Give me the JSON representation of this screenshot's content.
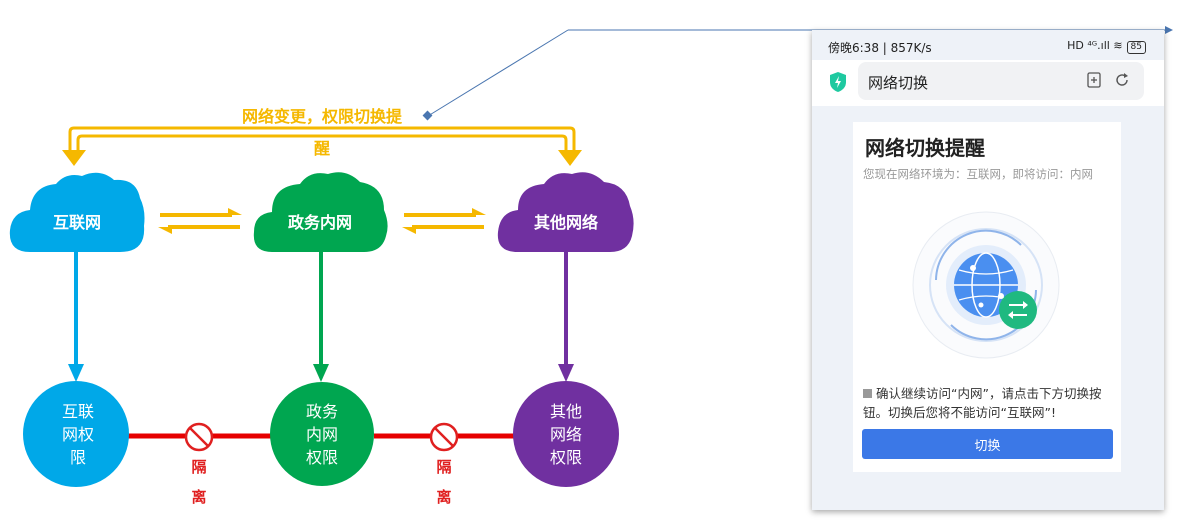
{
  "diagram": {
    "top_label_line1": "网络变更，权限切换提",
    "top_label_line2": "醒",
    "clouds": [
      {
        "label": "互联网",
        "color": "#00a8e8"
      },
      {
        "label": "政务内网",
        "color": "#00a650"
      },
      {
        "label": "其他网络",
        "color": "#7030a0"
      }
    ],
    "circles": [
      {
        "lines": [
          "互联",
          "网权",
          "限"
        ],
        "color": "#00a8e8"
      },
      {
        "lines": [
          "政务",
          "内网",
          "权限"
        ],
        "color": "#00a650"
      },
      {
        "lines": [
          "其他",
          "网络",
          "权限"
        ],
        "color": "#7030a0"
      }
    ],
    "isolation": [
      {
        "line1": "隔",
        "line2": "离"
      },
      {
        "line1": "隔",
        "line2": "离"
      }
    ],
    "colors": {
      "yellow": "#f5b800",
      "red": "#e60000",
      "callout": "#4a76b0"
    }
  },
  "phone": {
    "status_left": "傍晚6:38 | 857K/s",
    "status_right": "HD ⁴ᴳ.ıll",
    "battery": "85",
    "address": "网络切换",
    "card": {
      "title": "网络切换提醒",
      "subtitle": "您现在网络环境为：互联网，即将访问：内网",
      "message": "确认继续访问“内网”，请点击下方切换按钮。切换后您将不能访问“互联网”!",
      "button": "切换"
    },
    "icons": [
      "shield-icon",
      "add-bookmark-icon",
      "reload-icon",
      "globe-icon",
      "swap-arrows-icon"
    ],
    "accent": "#3b78e7"
  }
}
